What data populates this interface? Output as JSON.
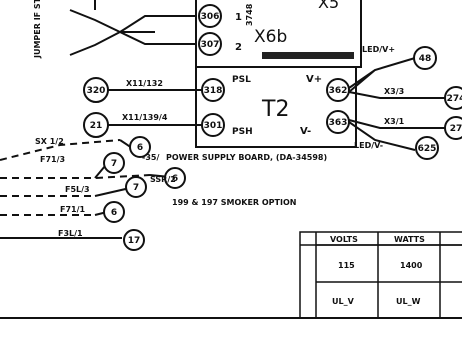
{
  "nodes": {
    "n306": "306",
    "n307": "307",
    "n320": "320",
    "n21": "21",
    "n318": "318",
    "n301": "301",
    "n362": "362",
    "n363": "363",
    "n48": "48",
    "n625": "625",
    "n274": "274",
    "n27": "27",
    "n7": "7",
    "n6": "6",
    "n17": "17"
  },
  "labels": {
    "x5": "X5",
    "x6b": "X6b",
    "t2": "T2",
    "psl": "PSL",
    "psh": "PSH",
    "vplus": "V+",
    "vminus": "V-",
    "pin1": "1",
    "pin2": "2",
    "part_no": "3748",
    "jumper_side": "JUMPER IF STANDARD",
    "led_v_plus": "LED/V+",
    "led_v_minus": "LED/V-",
    "w_x3_3": "X3/3",
    "w_x3_1": "X3/1",
    "w_x11_132": "X11/132",
    "w_x11_139_4": "X11/139/4",
    "w_sx_1_2": "SX 1/2",
    "w_f71_3": "F71/3",
    "w_f5l_3": "F5L/3",
    "w_f71_1": "F71/1",
    "w_f3l_1": "F3L/1",
    "psb_label": "POWER SUPPLY BOARD, (DA-34598)",
    "psb_prefix": "-35/",
    "smoker_note": "199 & 197 SMOKER OPTION",
    "smoker_tag": "SSR/2"
  },
  "table": {
    "headers": [
      "VOLTS",
      "WATTS"
    ],
    "rows": [
      [
        "115",
        "1400"
      ],
      [
        "UL_V",
        "UL_W"
      ]
    ]
  }
}
